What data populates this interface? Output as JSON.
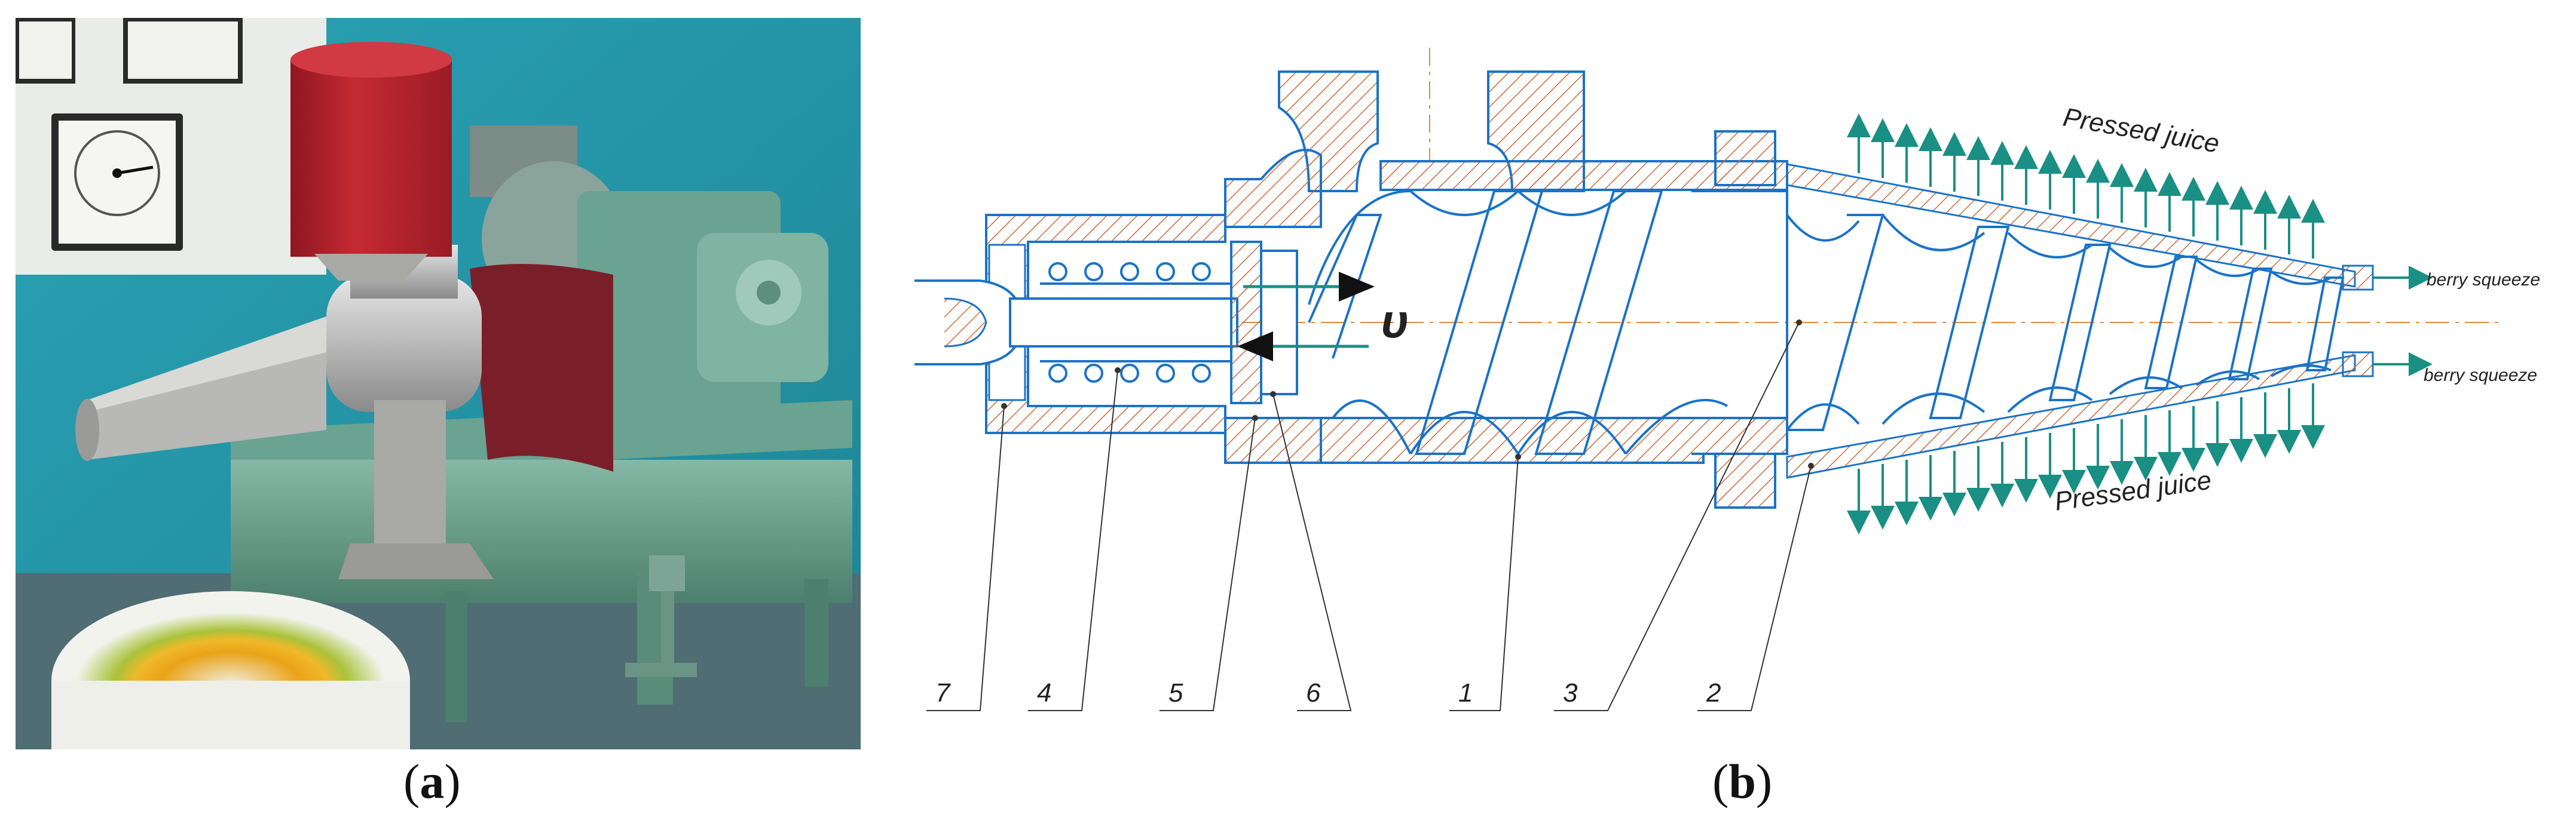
{
  "panel_a": {
    "label_open": "(",
    "label_letter": "a",
    "label_close": ")"
  },
  "panel_b": {
    "label_open": "(",
    "label_letter": "b",
    "label_close": ")",
    "annotations": {
      "pressed_juice_top": "Pressed juice",
      "pressed_juice_bottom": "Pressed juice",
      "berry_squeeze_top": "berry squeeze",
      "berry_squeeze_bottom": "berry squeeze",
      "velocity_symbol": "υ"
    },
    "part_numbers": [
      "7",
      "4",
      "5",
      "6",
      "1",
      "3",
      "2"
    ]
  },
  "colors": {
    "drawing_line": "#1a73c8",
    "arrow_teal": "#1a8f84",
    "hatch": "#c86a3a",
    "wall_teal": "#2e9aa8",
    "machine_green": "#5f9a86",
    "hopper_red": "#b0222c",
    "guard_maroon": "#7a1f2a"
  }
}
